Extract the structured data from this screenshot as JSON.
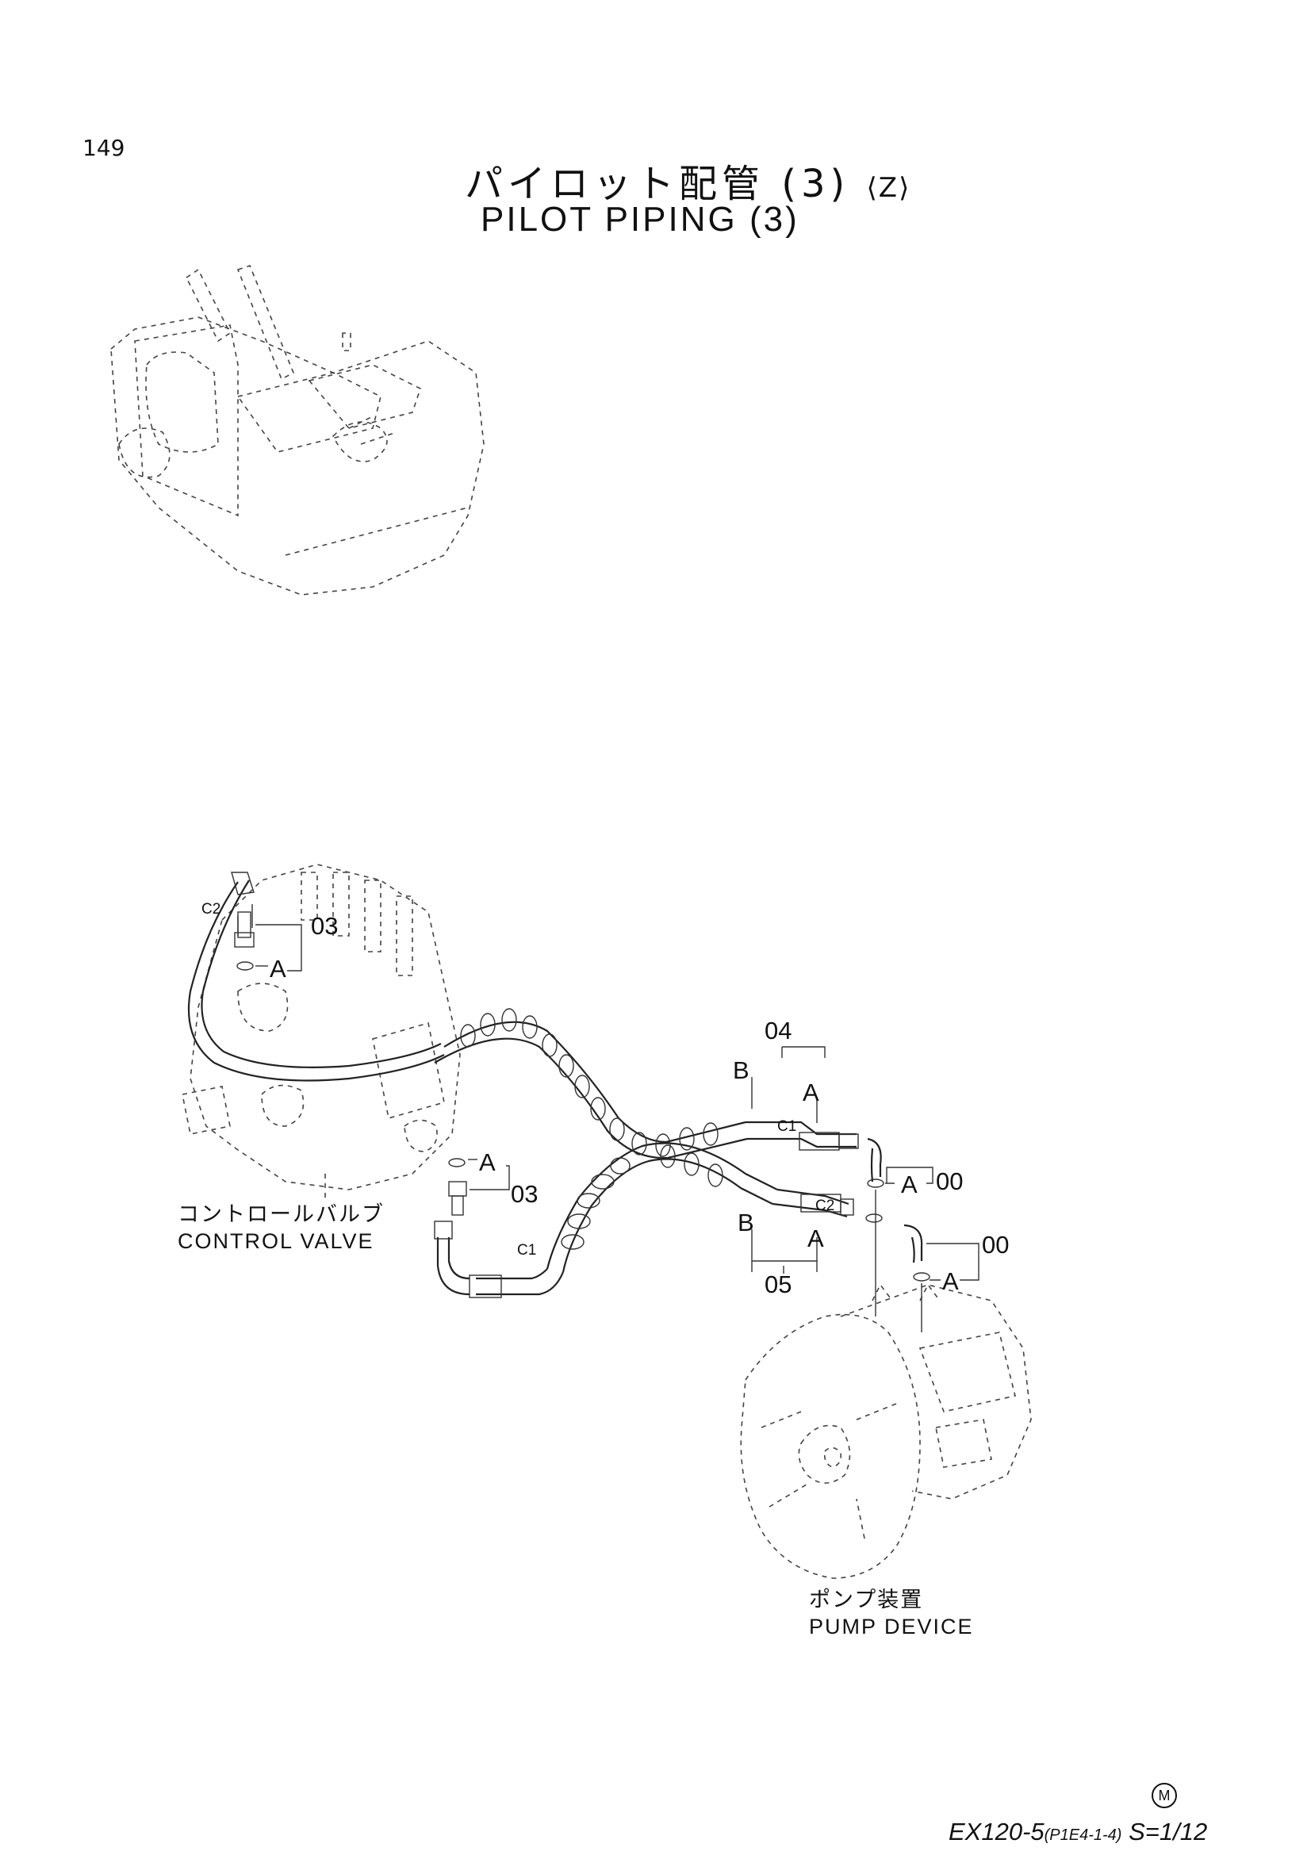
{
  "header": {
    "page_number": "149",
    "title_jp": "パイロット配管 (3)",
    "title_variant": "⟨Z⟩",
    "title_en": "PILOT PIPING (3)"
  },
  "components": {
    "control_valve_jp": "コントロールバルブ",
    "control_valve_en": "CONTROL VALVE",
    "pump_device_jp": "ポンプ装置",
    "pump_device_en": "PUMP DEVICE"
  },
  "callouts": {
    "part_03": "03",
    "part_04": "04",
    "part_05": "05",
    "part_00": "00",
    "ref_a": "A",
    "ref_b": "B",
    "conn_c1": "C1",
    "conn_c2": "C2"
  },
  "footer": {
    "model": "EX120-5",
    "code": "(P1E4-1-4)",
    "scale": "S=1/12",
    "mark": "M"
  }
}
